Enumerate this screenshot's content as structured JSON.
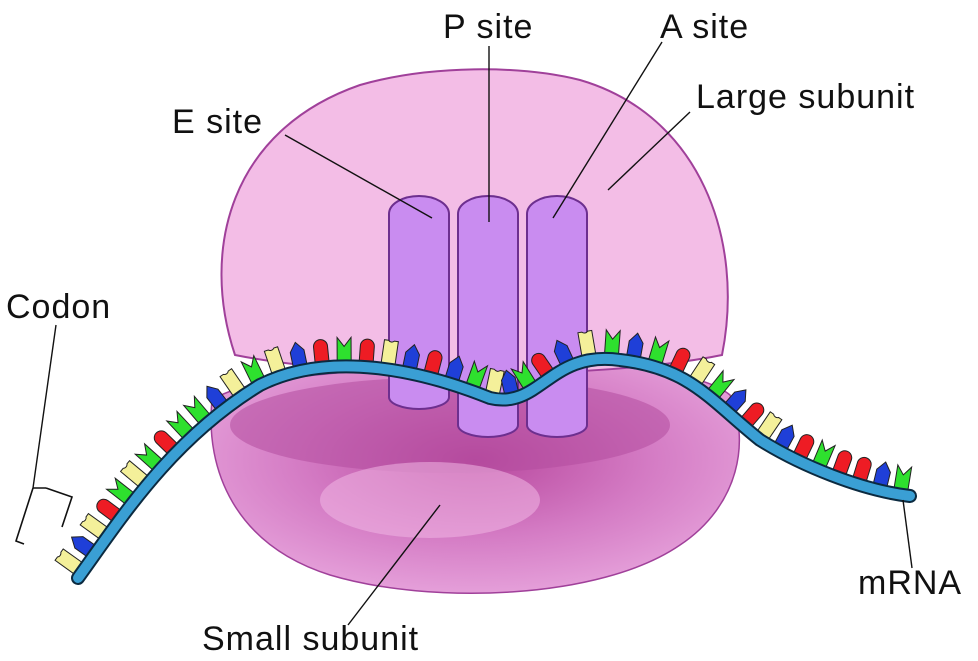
{
  "labels": {
    "p_site": "P site",
    "a_site": "A site",
    "large_subunit": "Large subunit",
    "e_site": "E site",
    "codon": "Codon",
    "mrna": "mRNA",
    "small_subunit": "Small subunit"
  },
  "colors": {
    "large_subunit_fill": "#f3bde6",
    "large_subunit_stroke": "#a0409a",
    "small_subunit_fill": "#d77fc6",
    "small_subunit_highlight": "#f1b6e4",
    "small_subunit_shadow": "#b34c9f",
    "trna_site_fill": "#c98cf0",
    "trna_site_stroke": "#6d2f8f",
    "mrna_strand": "#3a9fd4",
    "mrna_outline": "#0b2a40",
    "base_red": "#ee1c24",
    "base_blue": "#1f3fd8",
    "base_green": "#2ee02e",
    "base_yellow": "#f4f09a",
    "leader_line": "#111111"
  }
}
